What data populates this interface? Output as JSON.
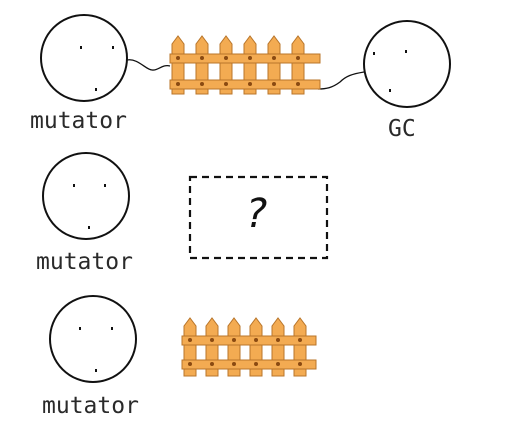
{
  "labels": {
    "row1_left": "mutator",
    "row1_right": "GC",
    "row2_left": "mutator",
    "row2_box": "?",
    "row3_left": "mutator"
  },
  "colors": {
    "fence_fill": "#f3ab52",
    "fence_outline": "#b8752a",
    "fence_dot": "#8a4a12",
    "ink": "#111111"
  },
  "icons": [
    "face-circle",
    "fence",
    "dashed-box"
  ]
}
